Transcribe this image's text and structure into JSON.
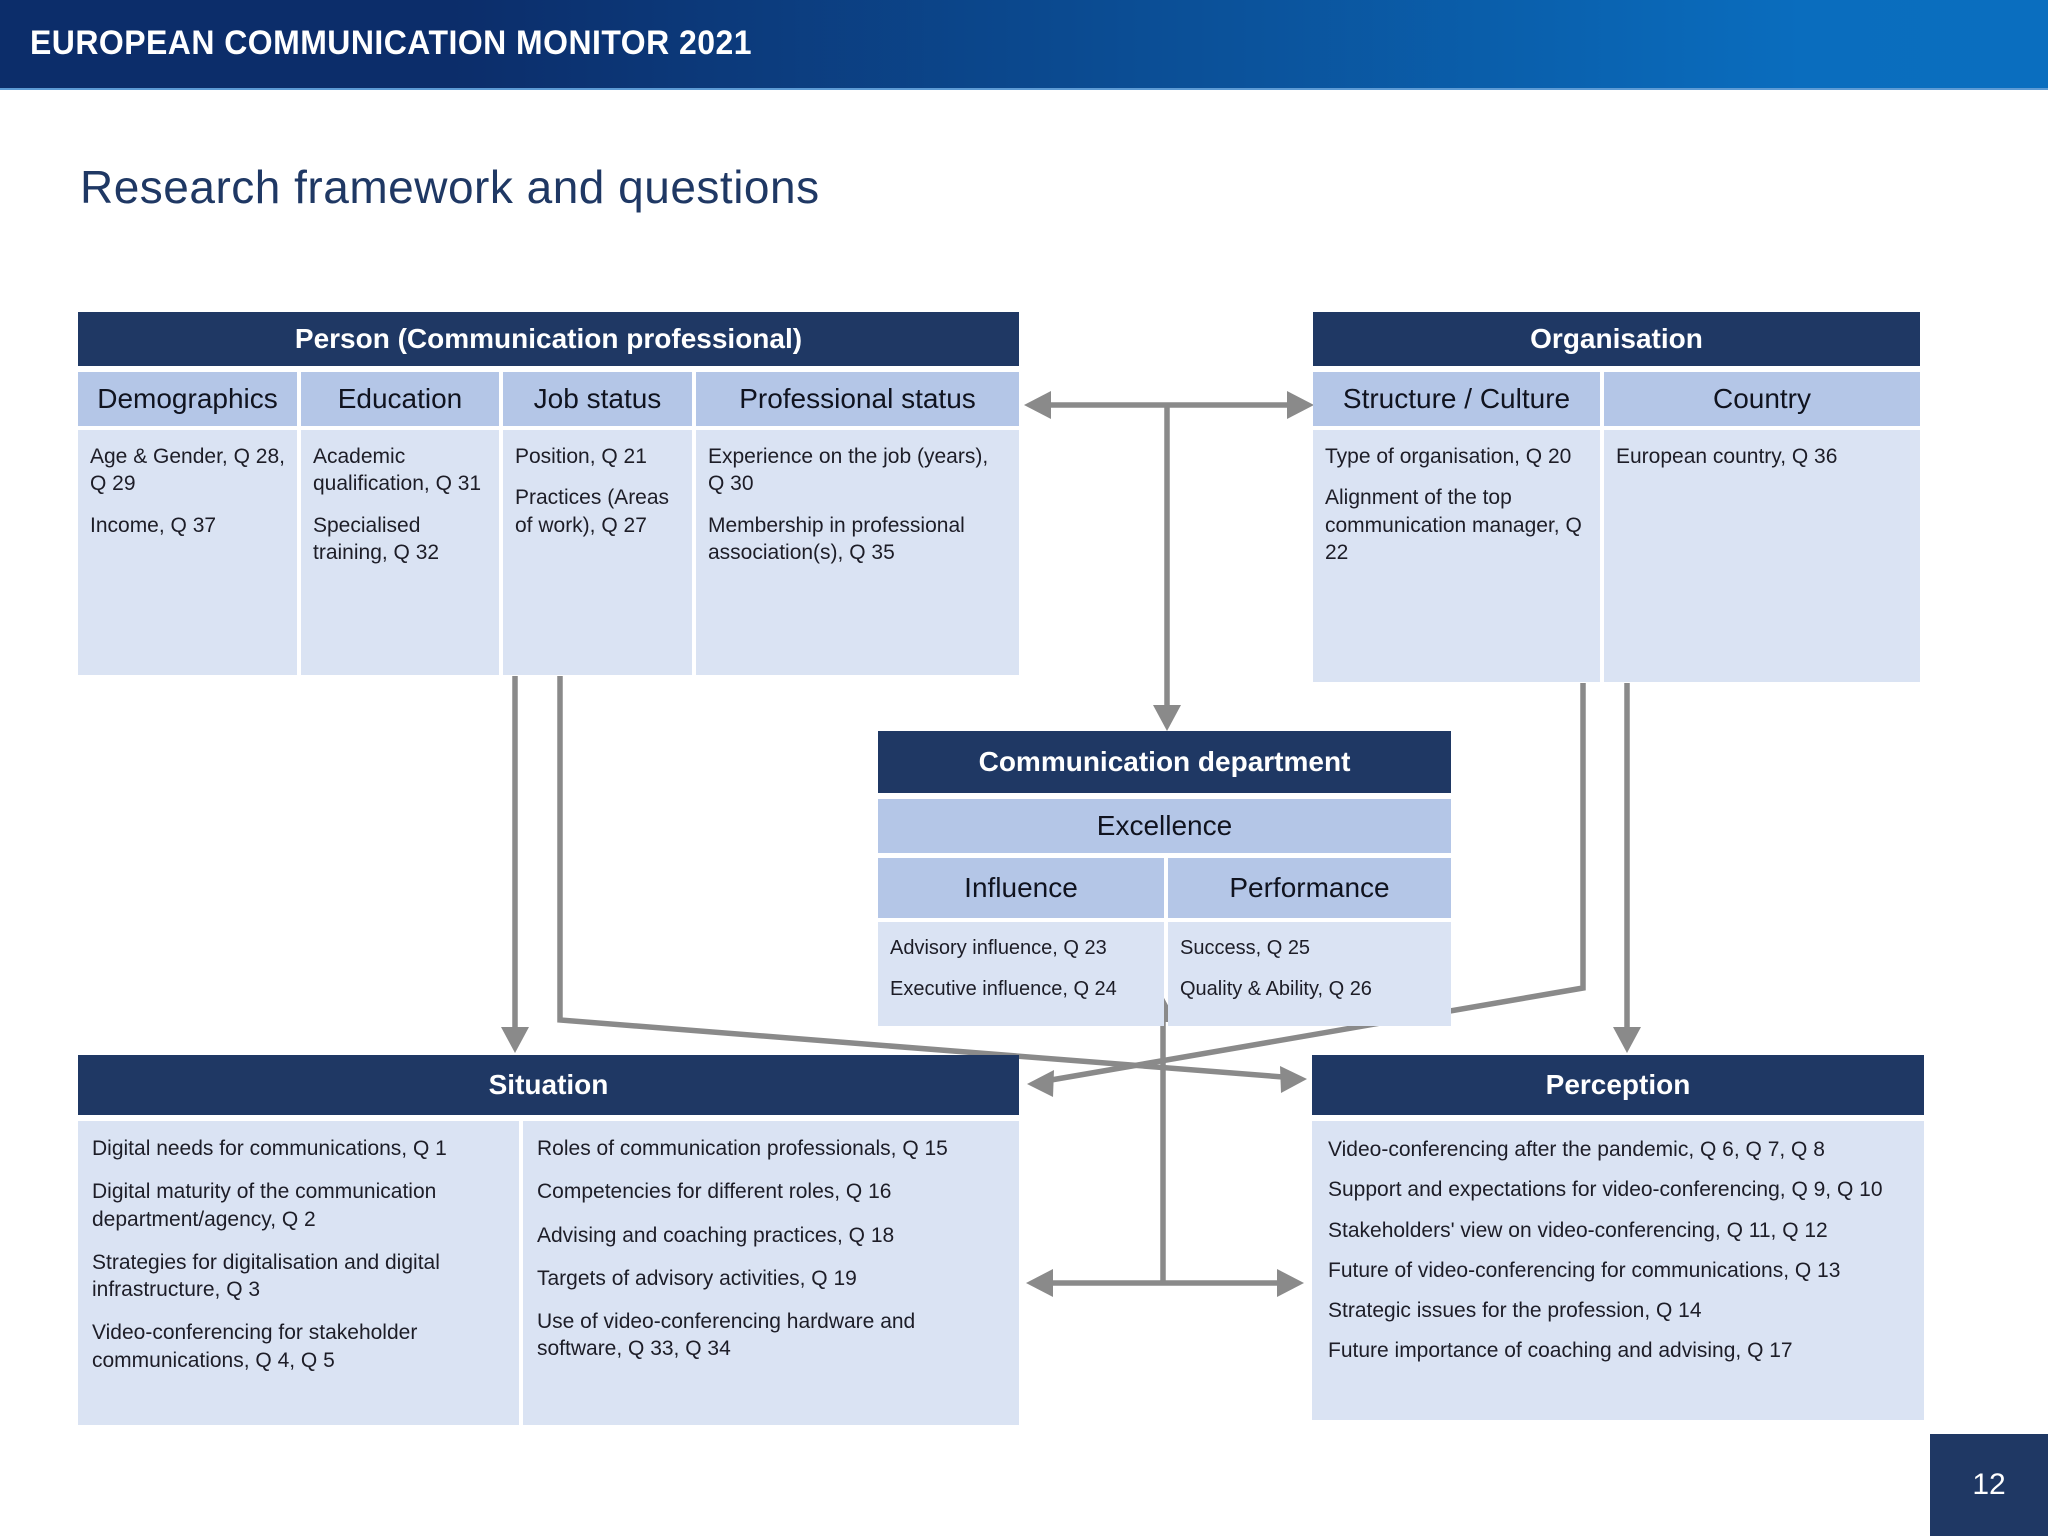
{
  "banner": {
    "title": "EUROPEAN COMMUNICATION MONITOR 2021"
  },
  "slide": {
    "title": "Research framework and questions",
    "page_number": "12"
  },
  "colors": {
    "banner_left": "#0c2d6a",
    "banner_right": "#0a6dbe",
    "header_navy": "#1f3864",
    "subheader_blue": "#b4c6e7",
    "cell_blue": "#dae3f3",
    "arrow_gray": "#8a8a8a",
    "title_text": "#1f3864"
  },
  "boxes": {
    "person": {
      "title": "Person (Communication professional)",
      "columns": [
        {
          "header": "Demographics",
          "items": [
            "Age & Gender, Q 28, Q 29",
            "Income, Q 37"
          ]
        },
        {
          "header": "Education",
          "items": [
            "Academic qualification, Q 31",
            "Specialised training, Q 32"
          ]
        },
        {
          "header": "Job status",
          "items": [
            "Position, Q 21",
            "Practices (Areas of work), Q 27"
          ]
        },
        {
          "header": "Professional status",
          "items": [
            "Experience on the job (years),  Q 30",
            "Membership in professional association(s), Q 35"
          ]
        }
      ]
    },
    "organisation": {
      "title": "Organisation",
      "columns": [
        {
          "header": "Structure / Culture",
          "items": [
            "Type of organisation, Q 20",
            "Alignment of the top communication manager, Q 22"
          ]
        },
        {
          "header": "Country",
          "items": [
            "European country, Q 36"
          ]
        }
      ]
    },
    "communication_department": {
      "title": "Communication department",
      "band": "Excellence",
      "columns": [
        {
          "header": "Influence",
          "items": [
            "Advisory influence, Q 23",
            "Executive influence, Q 24"
          ]
        },
        {
          "header": "Performance",
          "items": [
            "Success, Q 25",
            "Quality & Ability, Q 26"
          ]
        }
      ]
    },
    "situation": {
      "title": "Situation",
      "columns": [
        {
          "items": [
            "Digital needs for communications, Q 1",
            "Digital maturity of the communication department/agency, Q 2",
            "Strategies for digitalisation and digital infrastructure, Q 3",
            "Video-conferencing for stakeholder communications, Q 4, Q 5"
          ]
        },
        {
          "items": [
            "Roles of communication professionals, Q 15",
            "Competencies for different roles, Q 16",
            "Advising and coaching practices, Q 18",
            "Targets of advisory activities, Q 19",
            "Use of video-conferencing hardware and software, Q 33, Q 34"
          ]
        }
      ]
    },
    "perception": {
      "title": "Perception",
      "items": [
        "Video-conferencing after the pandemic, Q 6, Q 7, Q 8",
        "Support and expectations for video-conferencing, Q 9, Q 10",
        "Stakeholders' view on video-conferencing, Q 11, Q 12",
        "Future of video-conferencing for communications, Q 13",
        "Strategic issues for the profession, Q 14",
        "Future importance of coaching and advising, Q 17"
      ]
    }
  }
}
